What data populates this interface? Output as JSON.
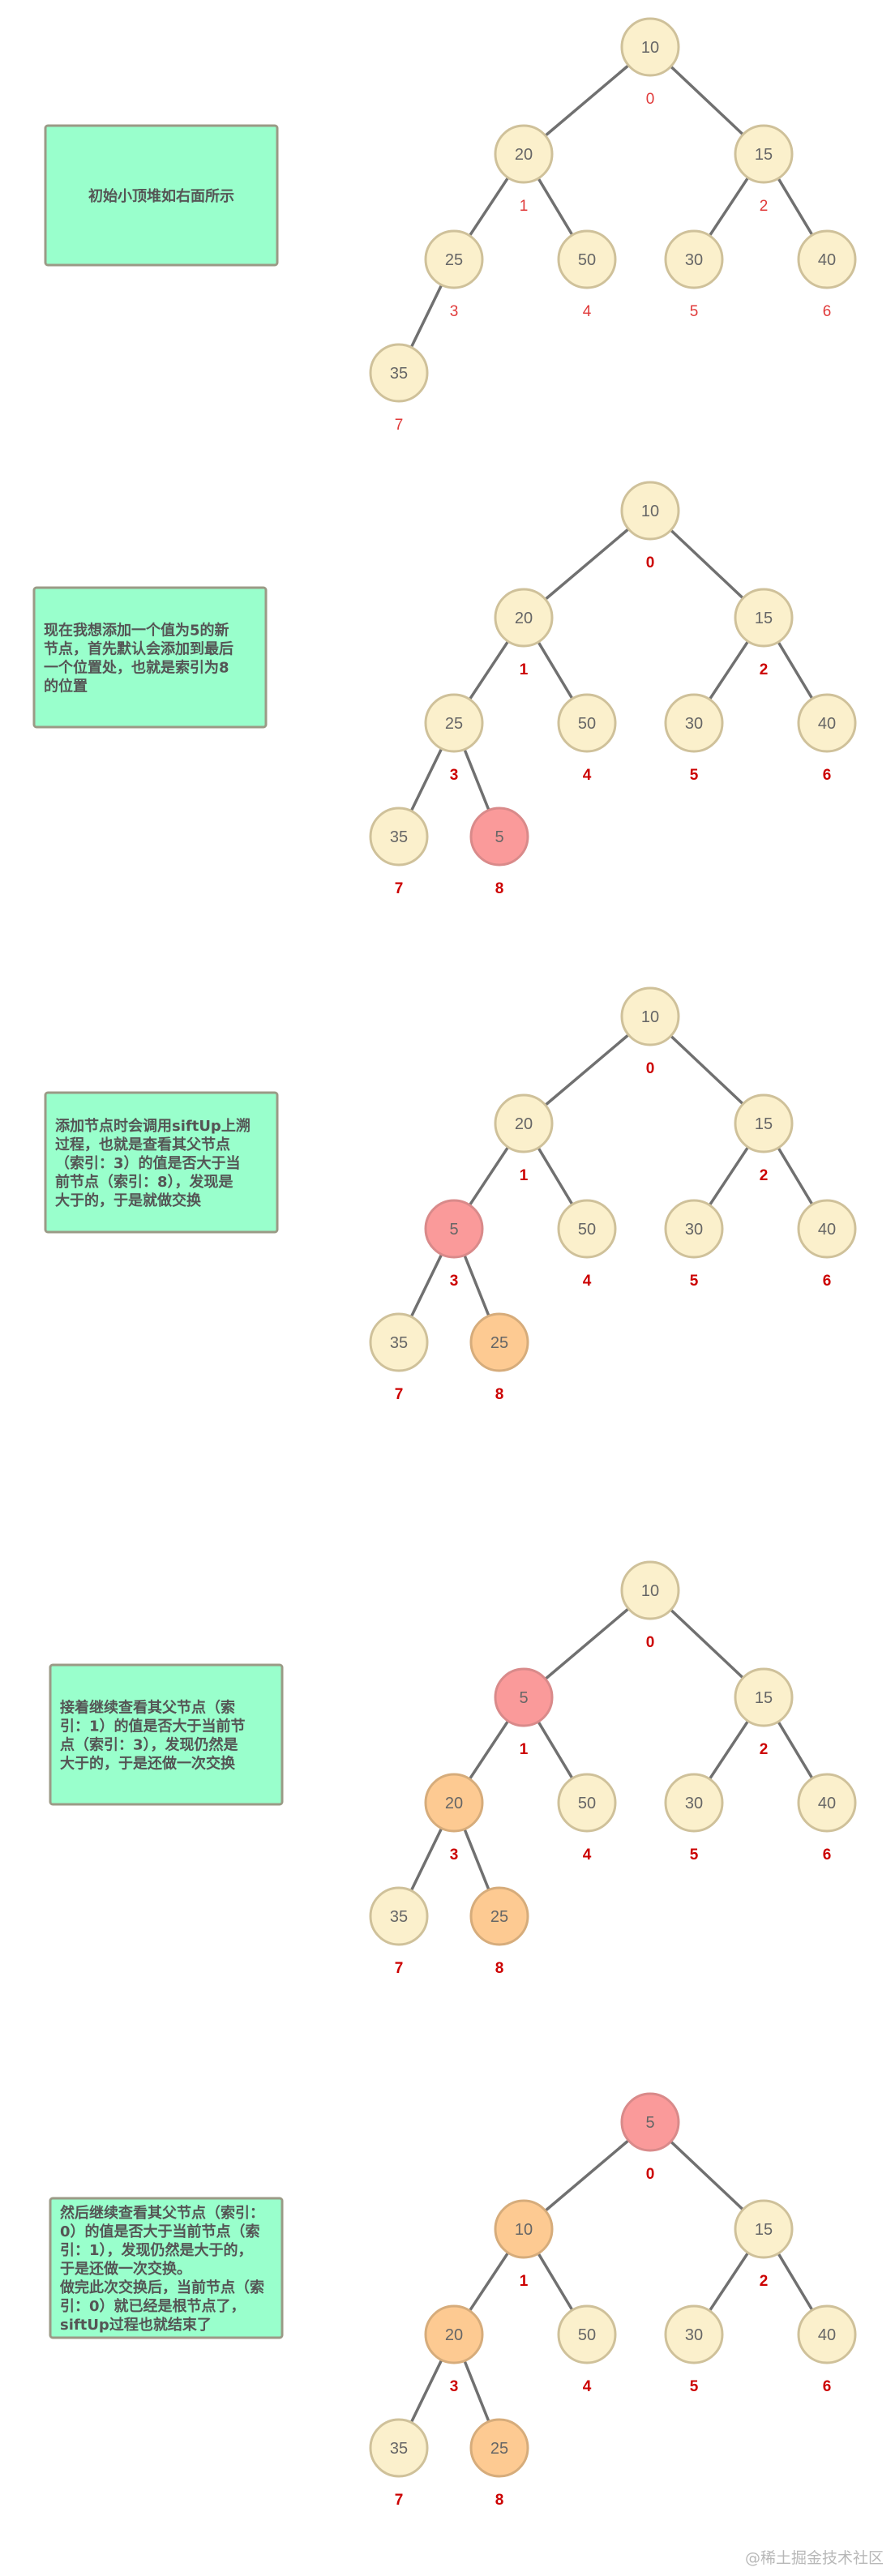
{
  "colors": {
    "node_fill": "#fbf0cc",
    "node_stroke": "#cfc19a",
    "node_text": "#666666",
    "new_node_fill": "#fa9a9a",
    "new_node_stroke": "#d98a8a",
    "swapped_node_fill": "#fdca92",
    "swapped_node_stroke": "#d6ac7b",
    "index_plain": "#e03a3a",
    "index_bold": "#cc0000",
    "edge": "#707070",
    "note_fill": "#99ffcc",
    "note_stroke": "#9b9a86",
    "note_text": "#555555"
  },
  "steps": [
    {
      "note": [
        "初始小顶堆如右面所示"
      ],
      "index_style": "plain",
      "nodes": [
        {
          "index": "0",
          "value": "10",
          "state": "normal"
        },
        {
          "index": "1",
          "value": "20",
          "state": "normal"
        },
        {
          "index": "2",
          "value": "15",
          "state": "normal"
        },
        {
          "index": "3",
          "value": "25",
          "state": "normal"
        },
        {
          "index": "4",
          "value": "50",
          "state": "normal"
        },
        {
          "index": "5",
          "value": "30",
          "state": "normal"
        },
        {
          "index": "6",
          "value": "40",
          "state": "normal"
        },
        {
          "index": "7",
          "value": "35",
          "state": "normal"
        }
      ]
    },
    {
      "note": [
        "现在我想添加一个值为5的新",
        "节点，首先默认会添加到最后",
        "一个位置处，也就是索引为8",
        "的位置"
      ],
      "index_style": "bold",
      "nodes": [
        {
          "index": "0",
          "value": "10",
          "state": "normal"
        },
        {
          "index": "1",
          "value": "20",
          "state": "normal"
        },
        {
          "index": "2",
          "value": "15",
          "state": "normal"
        },
        {
          "index": "3",
          "value": "25",
          "state": "normal"
        },
        {
          "index": "4",
          "value": "50",
          "state": "normal"
        },
        {
          "index": "5",
          "value": "30",
          "state": "normal"
        },
        {
          "index": "6",
          "value": "40",
          "state": "normal"
        },
        {
          "index": "7",
          "value": "35",
          "state": "normal"
        },
        {
          "index": "8",
          "value": "5",
          "state": "new"
        }
      ]
    },
    {
      "note": [
        "添加节点时会调用siftUp上溯",
        "过程，也就是查看其父节点",
        "（索引：3）的值是否大于当",
        "前节点（索引：8），发现是",
        "大于的，于是就做交换"
      ],
      "index_style": "bold",
      "nodes": [
        {
          "index": "0",
          "value": "10",
          "state": "normal"
        },
        {
          "index": "1",
          "value": "20",
          "state": "normal"
        },
        {
          "index": "2",
          "value": "15",
          "state": "normal"
        },
        {
          "index": "3",
          "value": "5",
          "state": "new"
        },
        {
          "index": "4",
          "value": "50",
          "state": "normal"
        },
        {
          "index": "5",
          "value": "30",
          "state": "normal"
        },
        {
          "index": "6",
          "value": "40",
          "state": "normal"
        },
        {
          "index": "7",
          "value": "35",
          "state": "normal"
        },
        {
          "index": "8",
          "value": "25",
          "state": "swapped"
        }
      ]
    },
    {
      "note": [
        "接着继续查看其父节点（索",
        "引：1）的值是否大于当前节",
        "点（索引：3），发现仍然是",
        "大于的，于是还做一次交换"
      ],
      "index_style": "bold",
      "nodes": [
        {
          "index": "0",
          "value": "10",
          "state": "normal"
        },
        {
          "index": "1",
          "value": "5",
          "state": "new"
        },
        {
          "index": "2",
          "value": "15",
          "state": "normal"
        },
        {
          "index": "3",
          "value": "20",
          "state": "swapped"
        },
        {
          "index": "4",
          "value": "50",
          "state": "normal"
        },
        {
          "index": "5",
          "value": "30",
          "state": "normal"
        },
        {
          "index": "6",
          "value": "40",
          "state": "normal"
        },
        {
          "index": "7",
          "value": "35",
          "state": "normal"
        },
        {
          "index": "8",
          "value": "25",
          "state": "swapped"
        }
      ]
    },
    {
      "note": [
        "然后继续查看其父节点（索引：",
        "0）的值是否大于当前节点（索",
        "引：1），发现仍然是大于的，",
        "于是还做一次交换。",
        "做完此次交换后，当前节点（索",
        "引：0）就已经是根节点了，",
        "siftUp过程也就结束了"
      ],
      "index_style": "bold",
      "nodes": [
        {
          "index": "0",
          "value": "5",
          "state": "new"
        },
        {
          "index": "1",
          "value": "10",
          "state": "swapped"
        },
        {
          "index": "2",
          "value": "15",
          "state": "normal"
        },
        {
          "index": "3",
          "value": "20",
          "state": "swapped"
        },
        {
          "index": "4",
          "value": "50",
          "state": "normal"
        },
        {
          "index": "5",
          "value": "30",
          "state": "normal"
        },
        {
          "index": "6",
          "value": "40",
          "state": "normal"
        },
        {
          "index": "7",
          "value": "35",
          "state": "normal"
        },
        {
          "index": "8",
          "value": "25",
          "state": "swapped"
        }
      ]
    }
  ],
  "watermark": "@稀土掘金技术社区"
}
